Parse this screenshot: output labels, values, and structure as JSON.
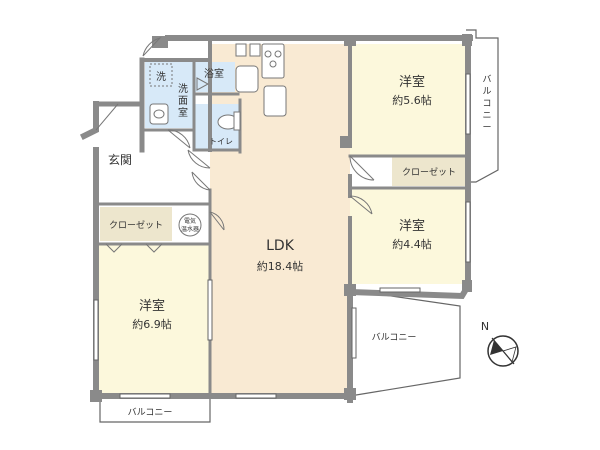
{
  "rooms": {
    "western1": {
      "name": "洋室",
      "size": "約5.6帖"
    },
    "western2": {
      "name": "洋室",
      "size": "約4.4帖"
    },
    "western3": {
      "name": "洋室",
      "size": "約6.9帖"
    },
    "ldk": {
      "name": "LDK",
      "size": "約18.4帖"
    },
    "entrance": "玄関",
    "washroom": [
      "洗",
      "面",
      "室"
    ],
    "washer": "洗",
    "bath": "浴室",
    "toilet": "トイレ",
    "closet1": "クローゼット",
    "closet2": "クローゼット",
    "water_heater": [
      "電気",
      "温水器"
    ]
  },
  "balconies": {
    "right": [
      "バ",
      "ル",
      "コ",
      "ニ",
      "ー"
    ],
    "mid": "バルコニー",
    "bottom": "バルコニー"
  },
  "compass": {
    "north": "N"
  },
  "colors": {
    "wall": "#8a8a8a",
    "wall_edge": "#5a5a5a",
    "room_fill": "#fcf8dc",
    "ldk_fill": "#f9ead3",
    "wet_fill": "#d7e9f8",
    "closet_fill": "#ede6cd",
    "line": "#666666"
  }
}
